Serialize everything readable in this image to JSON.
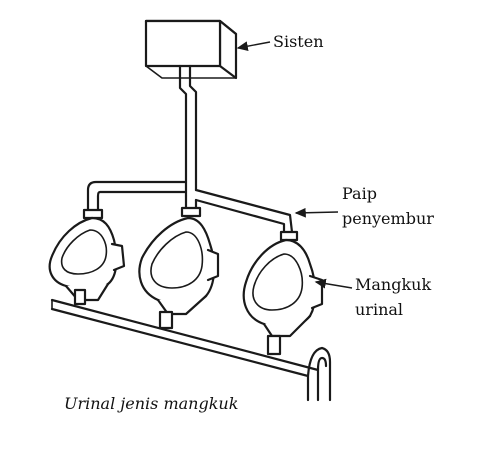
{
  "labels": {
    "cistern": "Sisten",
    "flush_pipe_line1": "Paip",
    "flush_pipe_line2": "penyembur",
    "bowl_line1": "Mangkuk",
    "bowl_line2": "urinal"
  },
  "caption": "Urinal jenis mangkuk",
  "colors": {
    "ink": "#1a1a1a",
    "background": "#ffffff"
  }
}
